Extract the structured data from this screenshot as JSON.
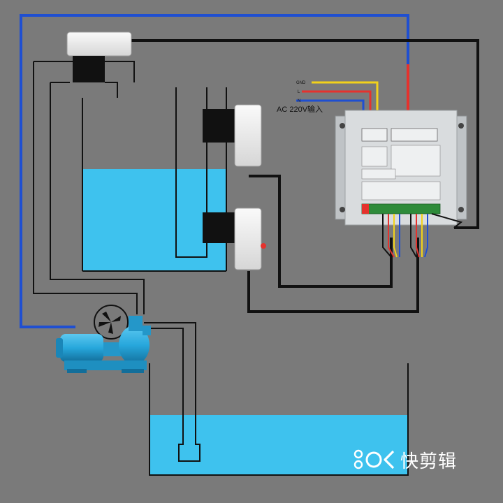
{
  "power_input": {
    "terminals": [
      "GND",
      "L",
      "N"
    ],
    "label": "AC 220V输入"
  },
  "watermark": {
    "logo": "kuaijianji-logo",
    "text": "快剪辑"
  },
  "colors": {
    "background": "#7a7a7a",
    "water": "#3ec2ee",
    "wire_blue": "#1f4fd1",
    "wire_red": "#e5322d",
    "wire_yellow": "#f2d21b",
    "wire_black": "#111111",
    "pump": "#27a7dc",
    "controller": "#d9dcde"
  }
}
